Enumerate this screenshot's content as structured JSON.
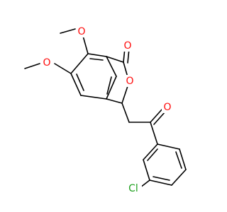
{
  "diagram": {
    "type": "chemical-structure",
    "atom_labels": {
      "methoxy_o_top": "O",
      "methoxy_o_left": "O",
      "carbonyl_o_lactone": "O",
      "ring_o_lactone": "O",
      "ketone_o": "O",
      "chlorine": "Cl"
    },
    "colors": {
      "bond": "#000000",
      "oxygen": "#ff0d0d",
      "chlorine": "#1fa01f",
      "background": "#ffffff"
    }
  }
}
